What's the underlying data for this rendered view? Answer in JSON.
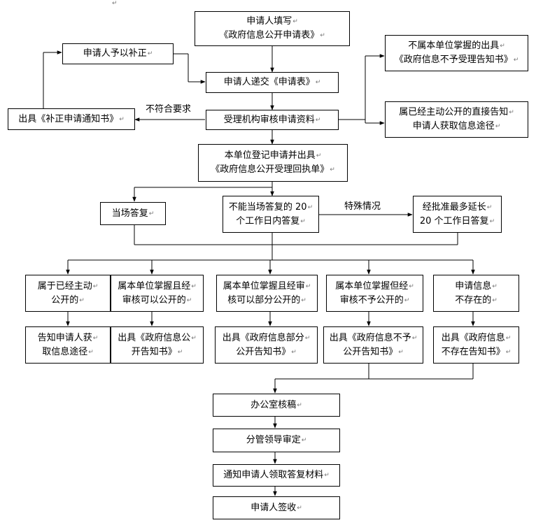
{
  "boxes": {
    "fill_form": [
      "申请人填写",
      "《政府信息公开申请表》"
    ],
    "supplement": [
      "申请人予以补正"
    ],
    "submit": [
      "申请人递交《申请表》"
    ],
    "not_held": [
      "不属本单位掌握的出具",
      "《政府信息不予受理告知书》"
    ],
    "issue_correction": [
      "出具《补正申请通知书》"
    ],
    "review": [
      "受理机构审核申请资料"
    ],
    "already_public": [
      "属已经主动公开的直接告知",
      "申请人获取信息途径"
    ],
    "register": [
      "本单位登记申请并出具",
      "《政府信息公开受理回执单》"
    ],
    "reply_on_spot": [
      "当场答复"
    ],
    "reply_20_days": [
      "不能当场答复的 20",
      "个工作日内答复"
    ],
    "extension": [
      "经批准最多延长",
      "20 个工作日答复"
    ],
    "cat_public_active": [
      "属于已经主动",
      "公开的"
    ],
    "cat_can_public": [
      "属本单位掌握且经",
      "审核可以公开的"
    ],
    "cat_partial": [
      "属本单位掌握且经审",
      "核可以部分公开的"
    ],
    "cat_not_public": [
      "属本单位掌握但经",
      "审核不予公开的"
    ],
    "cat_not_exist": [
      "申请信息",
      "不存在的"
    ],
    "out_inform": [
      "告知申请人获",
      "取信息途径"
    ],
    "out_public_notice": [
      "出具《政府信息公",
      "开告知书》"
    ],
    "out_partial_notice": [
      "出具《政府信息部分",
      "公开告知书》"
    ],
    "out_not_public_notice": [
      "出具《政府信息不予",
      "公开告知书》"
    ],
    "out_not_exist_notice": [
      "出具《政府信息",
      "不存在告知书》"
    ],
    "office_review": [
      "办公室核稿"
    ],
    "leader_approve": [
      "分管领导审定"
    ],
    "notify_collect": [
      "通知申请人领取答复材料"
    ],
    "sign_receipt": [
      "申请人签收"
    ]
  },
  "labels": {
    "not_compliant": "不符合要求",
    "special_case": "特殊情况"
  }
}
